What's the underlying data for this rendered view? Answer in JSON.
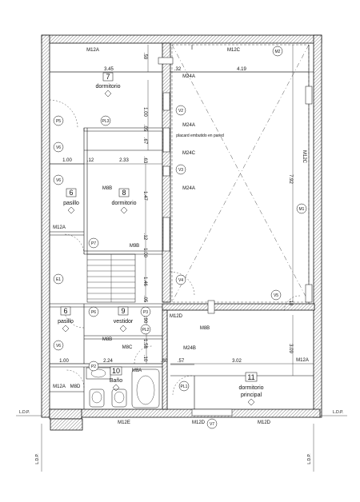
{
  "rooms": [
    {
      "number": "7",
      "name": "dormitorio"
    },
    {
      "number": "8",
      "name": "dormitorio"
    },
    {
      "number": "6",
      "name": "pasillo"
    },
    {
      "number": "6",
      "name": "pasillo"
    },
    {
      "number": "9",
      "name": "vestidor"
    },
    {
      "number": "10",
      "name": "Baño"
    },
    {
      "number": "11",
      "name": "dormitorio",
      "name2": "principal"
    }
  ],
  "wall_codes": {
    "m12a_top": "M12A",
    "m12c_top": "M12C",
    "m24a_1": "M24A",
    "m24a_2": "M24A",
    "m24c": "M24C",
    "m24a_3": "M24A",
    "m8b_1": "M8B",
    "m12a_mid": "M12A",
    "m9b": "M9B",
    "m12c_right": "M12C",
    "m12d_1": "M12D",
    "m8b_2": "M8B",
    "m8b_3": "M8B",
    "m8c": "M8C",
    "m24b": "M24B",
    "m8a": "M8A",
    "m12a_right": "M12A",
    "m12a_bl": "M12A",
    "m8d": "M8D",
    "m12e": "M12E",
    "m12d_2": "M12D",
    "m12d_3": "M12D"
  },
  "tags": {
    "m2": "M2",
    "v2": "V2",
    "v3": "V3",
    "m1": "M1",
    "p5": "P5",
    "pl3": "PL3",
    "v6a": "V6",
    "v6b": "V6",
    "p7": "P7",
    "e1": "E1",
    "v4": "V4",
    "v5": "V5",
    "p6": "P6",
    "p3": "P3",
    "pl2": "PL2",
    "v6c": "V6",
    "p2": "P2",
    "pl1": "PL1",
    "v7": "V7"
  },
  "dimensions": {
    "d345": "3.45",
    "d59": ".59",
    "d32": ".32",
    "d419": "4.19",
    "d100a": "1.00",
    "d05": ".05",
    "d67": ".67",
    "d100b": "1.00",
    "d12": ".12",
    "d233": "2.33",
    "d63": ".63",
    "d147": "1.47",
    "d792": "7.92",
    "d12b": ".12",
    "d100c": "1.00",
    "d146": "1.46",
    "d05b": ".05",
    "d90": ".90",
    "d158": "1.58",
    "d10": ".10",
    "d100d": "1.00",
    "d224": "2.24",
    "d80": ".80",
    "d57": ".57",
    "d302": "3.02",
    "d309": "3.09",
    "d18": ".18"
  },
  "notes": {
    "placard": "placard embutido en pared"
  },
  "level_marks": {
    "ldp_left": "L.D.P.",
    "ldp_right": "L.D.P.",
    "ldp_v1": "L.D.P.",
    "ldp_v2": "L.D.P."
  }
}
